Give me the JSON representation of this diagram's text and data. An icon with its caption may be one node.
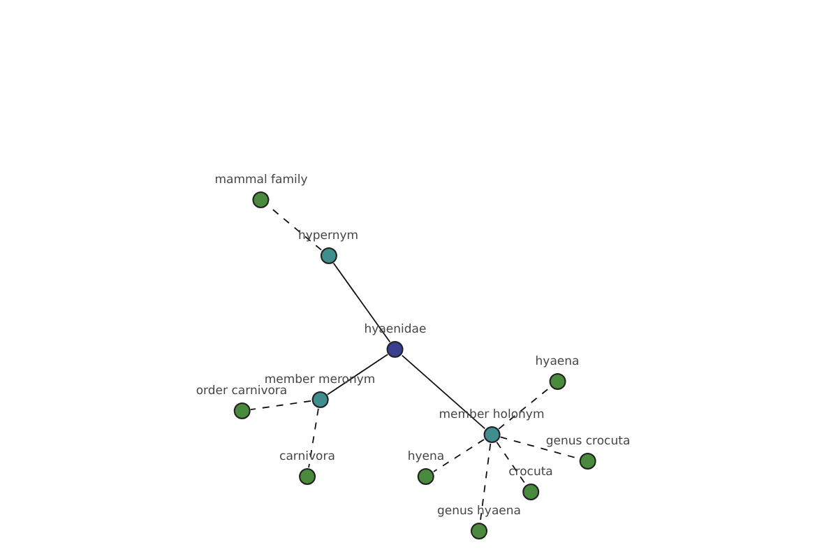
{
  "diagram": {
    "nodes": [
      {
        "text": [
          "mammal family"
        ]
      },
      {
        "text": [
          "hypernym"
        ]
      },
      {
        "text": [
          "hyaenidae"
        ]
      },
      {
        "text": [
          "member meronym"
        ]
      },
      {
        "text": [
          "order carnivora"
        ]
      },
      {
        "text": [
          "carnivora"
        ]
      },
      {
        "text": [
          "member holonym"
        ]
      },
      {
        "text": [
          "hyaena"
        ]
      },
      {
        "text": [
          "hyena"
        ]
      },
      {
        "text": [
          "genus crocuta"
        ]
      },
      {
        "text": [
          "crocuta"
        ]
      },
      {
        "text": [
          "genus hyaena"
        ]
      }
    ],
    "edges": [
      {
        "from": 2,
        "to": 1,
        "arrow": "none"
      },
      {
        "from": 1,
        "to": 0,
        "arrow": "none",
        "style": "dashed"
      },
      {
        "from": 2,
        "to": 3,
        "arrow": "none"
      },
      {
        "from": 3,
        "to": 4,
        "arrow": "none",
        "style": "dashed"
      },
      {
        "from": 3,
        "to": 5,
        "arrow": "none",
        "style": "dashed"
      },
      {
        "from": 2,
        "to": 6,
        "arrow": "none"
      },
      {
        "from": 6,
        "to": 7,
        "arrow": "none",
        "style": "dashed"
      },
      {
        "from": 6,
        "to": 8,
        "arrow": "none",
        "style": "dashed"
      },
      {
        "from": 6,
        "to": 9,
        "arrow": "none",
        "style": "dashed"
      },
      {
        "from": 6,
        "to": 10,
        "arrow": "none",
        "style": "dashed"
      },
      {
        "from": 6,
        "to": 11,
        "arrow": "none",
        "style": "dashed"
      }
    ]
  }
}
